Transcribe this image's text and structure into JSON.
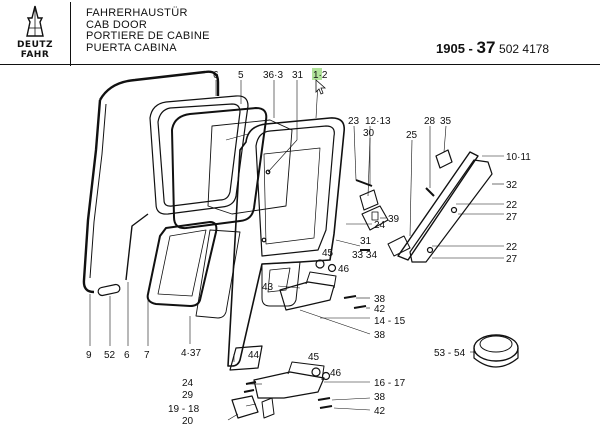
{
  "header": {
    "logo_top": "DEUTZ",
    "logo_bottom": "FAHR",
    "title_de": "FAHRERHAUSTÜR",
    "title_en": "CAB DOOR",
    "title_fr": "PORTIERE DE CABINE",
    "title_es": "PUERTA CABINA",
    "part_prefix": "1905 -",
    "part_group": "37",
    "part_suffix": "502 4178"
  },
  "callouts": [
    {
      "id": "c-6-top",
      "text": "6"
    },
    {
      "id": "c-5",
      "text": "5"
    },
    {
      "id": "c-36-3",
      "text": "36·3"
    },
    {
      "id": "c-31-top",
      "text": "31"
    },
    {
      "id": "c-1-2",
      "text": "1·2"
    },
    {
      "id": "c-23",
      "text": "23"
    },
    {
      "id": "c-12-13",
      "text": "12·13"
    },
    {
      "id": "c-30",
      "text": "30"
    },
    {
      "id": "c-25",
      "text": "25"
    },
    {
      "id": "c-28",
      "text": "28"
    },
    {
      "id": "c-35",
      "text": "35"
    },
    {
      "id": "c-10-11",
      "text": "10·11"
    },
    {
      "id": "c-32",
      "text": "32"
    },
    {
      "id": "c-22-a",
      "text": "22"
    },
    {
      "id": "c-27-a",
      "text": "27"
    },
    {
      "id": "c-24-a",
      "text": "24"
    },
    {
      "id": "c-39",
      "text": "39"
    },
    {
      "id": "c-31-mid",
      "text": "31"
    },
    {
      "id": "c-33-34",
      "text": "33 34"
    },
    {
      "id": "c-22-b",
      "text": "22"
    },
    {
      "id": "c-27-b",
      "text": "27"
    },
    {
      "id": "c-45-a",
      "text": "45"
    },
    {
      "id": "c-46-a",
      "text": "46"
    },
    {
      "id": "c-43",
      "text": "43"
    },
    {
      "id": "c-38-a",
      "text": "38"
    },
    {
      "id": "c-42-a",
      "text": "42"
    },
    {
      "id": "c-14-15",
      "text": "14 - 15"
    },
    {
      "id": "c-38-b",
      "text": "38"
    },
    {
      "id": "c-53-54",
      "text": "53 - 54"
    },
    {
      "id": "c-9",
      "text": "9"
    },
    {
      "id": "c-52",
      "text": "52"
    },
    {
      "id": "c-6-bot",
      "text": "6"
    },
    {
      "id": "c-7",
      "text": "7"
    },
    {
      "id": "c-4-37",
      "text": "4·37"
    },
    {
      "id": "c-44",
      "text": "44"
    },
    {
      "id": "c-45-b",
      "text": "45"
    },
    {
      "id": "c-46-b",
      "text": "46"
    },
    {
      "id": "c-24-b",
      "text": "24"
    },
    {
      "id": "c-29",
      "text": "29"
    },
    {
      "id": "c-16-17",
      "text": "16 - 17"
    },
    {
      "id": "c-19-18",
      "text": "19 - 18"
    },
    {
      "id": "c-20",
      "text": "20"
    },
    {
      "id": "c-38-c",
      "text": "38"
    },
    {
      "id": "c-42-b",
      "text": "42"
    }
  ]
}
